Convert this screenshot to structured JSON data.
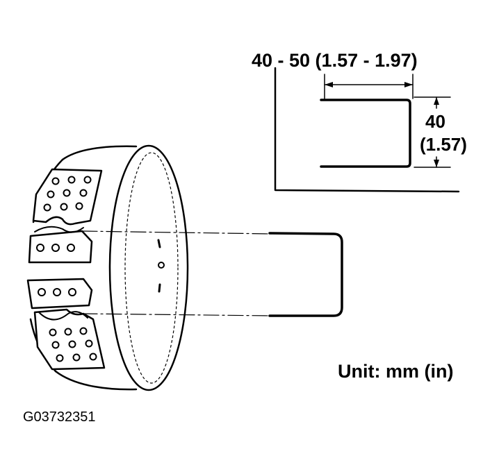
{
  "dimensions": {
    "width_label": "40 - 50 (1.57 - 1.97)",
    "height_mm": "40",
    "height_in": "(1.57)"
  },
  "unit_label": "Unit: mm (in)",
  "figure_id": "G03732351"
}
